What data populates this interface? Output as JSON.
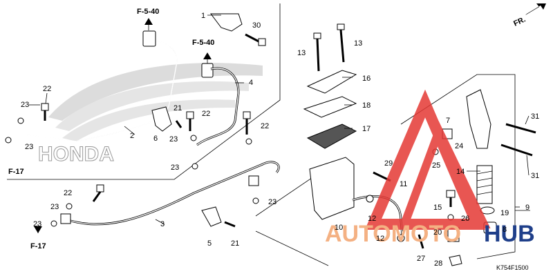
{
  "diagram": {
    "code": "K754F1500",
    "direction_label": "FR.",
    "watermark": {
      "left": "AUTOMOTO",
      "right": "HUB"
    },
    "logo_text": "HONDA",
    "refs": {
      "f540_a": "F-5-40",
      "f540_b": "F-5-40",
      "f17_a": "F-17",
      "f17_b": "F-17"
    },
    "callouts": {
      "c1": "1",
      "c2": "2",
      "c3": "3",
      "c4": "4",
      "c5": "5",
      "c6": "6",
      "c7": "7",
      "c8": "8",
      "c9": "9",
      "c10": "10",
      "c11": "11",
      "c12a": "12",
      "c12b": "12",
      "c13a": "13",
      "c13b": "13",
      "c14": "14",
      "c15": "15",
      "c16": "16",
      "c17": "17",
      "c18": "18",
      "c19": "19",
      "c20": "20",
      "c21a": "21",
      "c21b": "21",
      "c22a": "22",
      "c22b": "22",
      "c22c": "22",
      "c22d": "22",
      "c23a": "23",
      "c23b": "23",
      "c23c": "23",
      "c23d": "23",
      "c23e": "23",
      "c23f": "23",
      "c23g": "23",
      "c24": "24",
      "c25": "25",
      "c26": "26",
      "c27": "27",
      "c28": "28",
      "c29": "29",
      "c30": "30",
      "c31a": "31",
      "c31b": "31"
    }
  }
}
